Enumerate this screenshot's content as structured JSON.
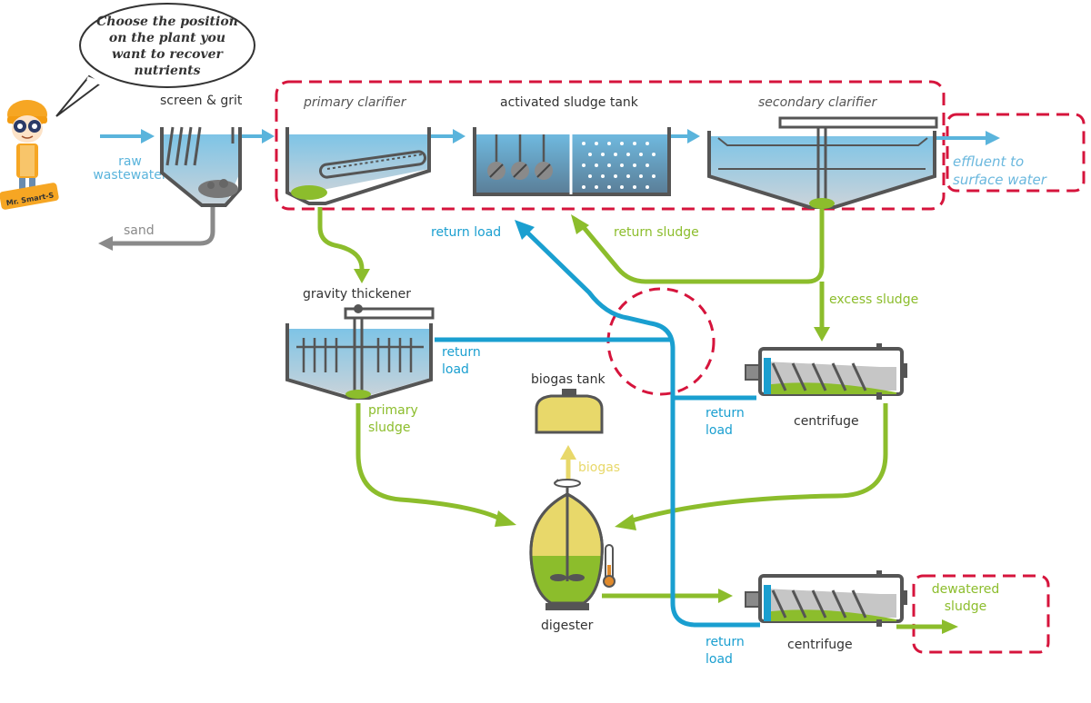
{
  "speech_bubble": {
    "lines": [
      "Choose the position",
      "on the plant you",
      "want to recover",
      "nutrients"
    ]
  },
  "character": {
    "badge": "Mr. Smart-S"
  },
  "units": {
    "screen": "screen & grit",
    "primary_clarifier": "primary clarifier",
    "activated_sludge_tank": "activated sludge tank",
    "secondary_clarifier": "secondary clarifier",
    "gravity_thickener": "gravity thickener",
    "biogas_tank": "biogas tank",
    "digester": "digester",
    "centrifuge_1": "centrifuge",
    "centrifuge_2": "centrifuge"
  },
  "flows": {
    "raw_wastewater": [
      "raw",
      "wastewater"
    ],
    "sand": "sand",
    "effluent": [
      "effluent to",
      "surface water"
    ],
    "return_load_top": "return load",
    "return_sludge": "return sludge",
    "excess_sludge": "excess sludge",
    "return_load_thickener": [
      "return",
      "load"
    ],
    "primary_sludge": [
      "primary",
      "sludge"
    ],
    "return_load_centrifuge": [
      "return",
      "load"
    ],
    "biogas": "biogas",
    "return_load_bottom": [
      "return",
      "load"
    ],
    "dewatered_sludge": [
      "dewatered",
      "sludge"
    ]
  },
  "colors": {
    "water_blue": "#5ab4dc",
    "return_blue": "#1a9fd0",
    "sludge_green": "#8cbd2c",
    "biogas_yellow": "#e8d86a",
    "highlight_red": "#d6143c",
    "equipment_grey": "#555555",
    "sand_grey": "#8a8a8a"
  }
}
